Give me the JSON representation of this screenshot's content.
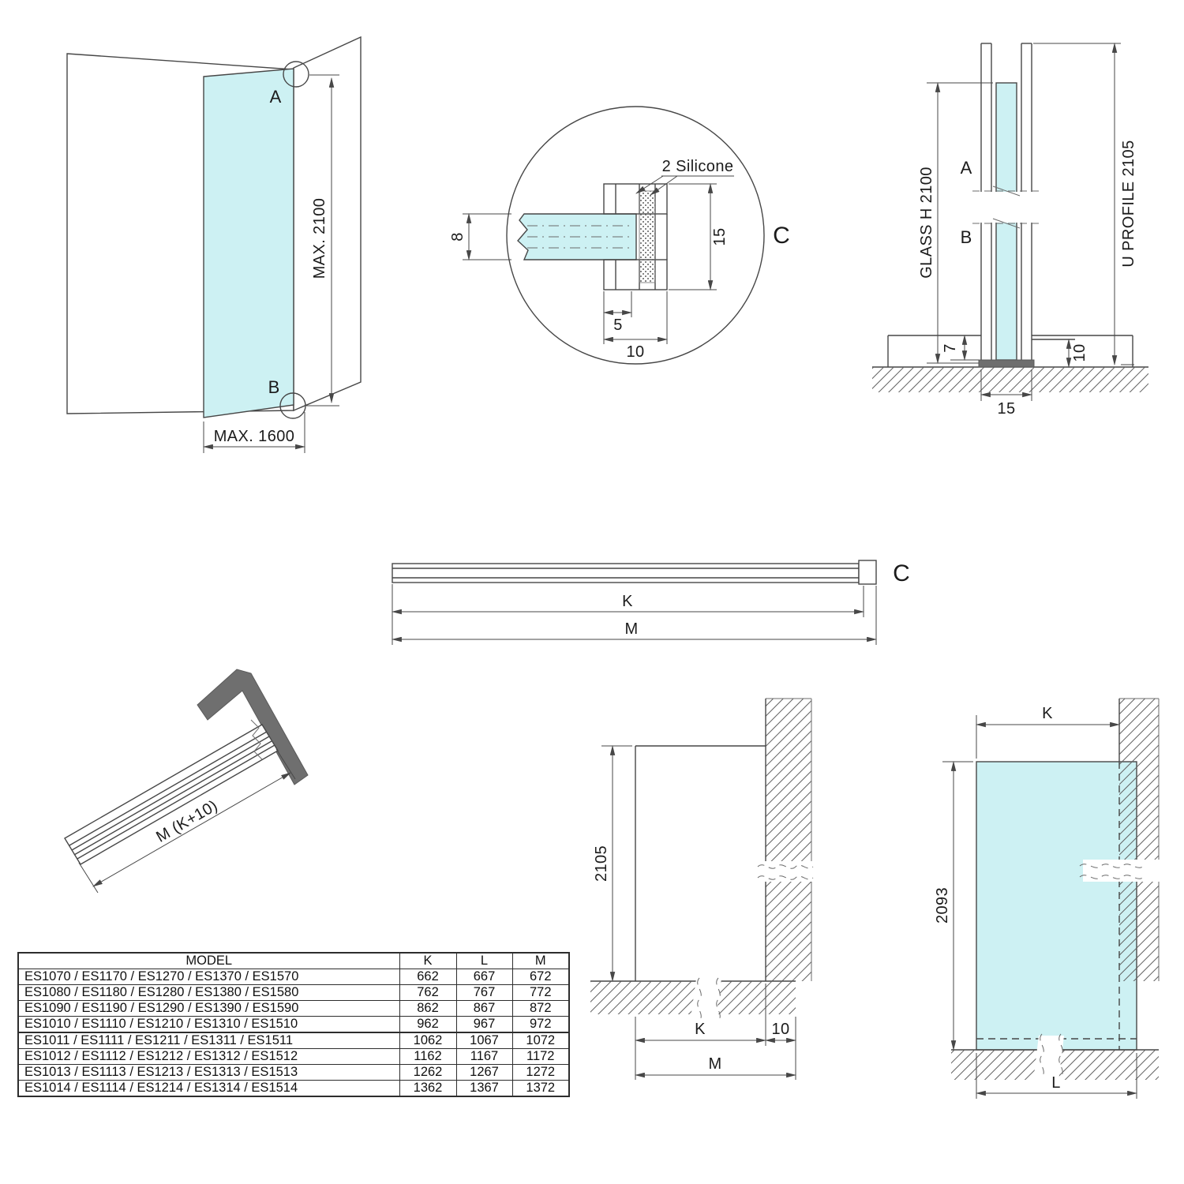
{
  "colors": {
    "line": "#474747",
    "glass": "#cdf1f3",
    "dark_fill": "#6f6f6f"
  },
  "views": {
    "corner_iso": {
      "label_a": "A",
      "label_b": "B",
      "dim_height": "MAX. 2100",
      "dim_width": "MAX. 1600"
    },
    "detail_c": {
      "silicone": "2 Silicone",
      "dim_glass": "8",
      "dim_height": "15",
      "dim_inner": "5",
      "dim_outer": "10",
      "label": "C"
    },
    "section": {
      "label_a": "A",
      "label_b": "B",
      "glass_h": "GLASS H 2100",
      "u_profile": "U PROFILE 2105",
      "dim_7": "7",
      "dim_10": "10",
      "dim_15": "15"
    },
    "profile_plan": {
      "label": "C",
      "dim_k": "K",
      "dim_m": "M"
    },
    "rail_iso": {
      "dim": "M (K+10)"
    },
    "elev_left": {
      "dim_height": "2105",
      "dim_k": "K",
      "dim_10": "10",
      "dim_m": "M"
    },
    "elev_right": {
      "dim_k": "K",
      "dim_height": "2093",
      "dim_l": "L"
    }
  },
  "table": {
    "headers": {
      "model": "MODEL",
      "k": "K",
      "l": "L",
      "m": "M"
    },
    "rows": [
      {
        "model": "ES1070 / ES1170 / ES1270 / ES1370 / ES1570",
        "k": "662",
        "l": "667",
        "m": "672"
      },
      {
        "model": "ES1080 / ES1180 / ES1280 / ES1380 / ES1580",
        "k": "762",
        "l": "767",
        "m": "772"
      },
      {
        "model": "ES1090 / ES1190 / ES1290 / ES1390 / ES1590",
        "k": "862",
        "l": "867",
        "m": "872"
      },
      {
        "model": "ES1010 / ES1110 / ES1210 / ES1310 / ES1510",
        "k": "962",
        "l": "967",
        "m": "972"
      },
      {
        "model": "ES1011 / ES1111 / ES1211 / ES1311 / ES1511",
        "k": "1062",
        "l": "1067",
        "m": "1072"
      },
      {
        "model": "ES1012 / ES1112 / ES1212 / ES1312 / ES1512",
        "k": "1162",
        "l": "1167",
        "m": "1172"
      },
      {
        "model": "ES1013 / ES1113 / ES1213 / ES1313 / ES1513",
        "k": "1262",
        "l": "1267",
        "m": "1272"
      },
      {
        "model": "ES1014 / ES1114 / ES1214 / ES1314 / ES1514",
        "k": "1362",
        "l": "1367",
        "m": "1372"
      }
    ]
  }
}
